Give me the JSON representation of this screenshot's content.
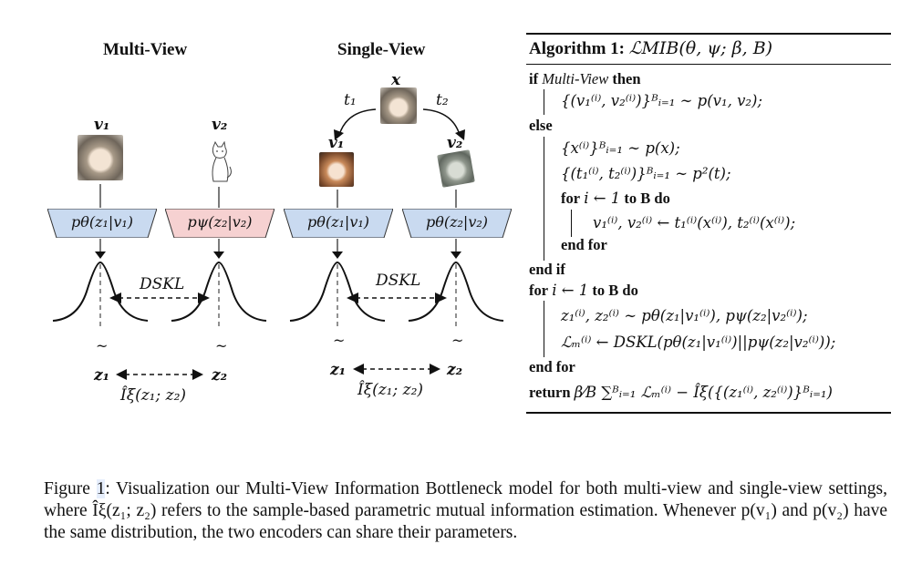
{
  "figure": {
    "left": {
      "heading": "Multi-View",
      "view1_label": "v₁",
      "view2_label": "v₂",
      "encoder1": "pθ(z₁|v₁)",
      "encoder2": "pψ(z₂|v₂)",
      "divergence": "DSKL",
      "z1": "z₁",
      "z2": "z₂",
      "tilde": "~",
      "mi": "Îξ(z₁; z₂)"
    },
    "right": {
      "heading": "Single-View",
      "x_label": "x",
      "t1": "t₁",
      "t2": "t₂",
      "view1_label": "v₁",
      "view2_label": "v₂",
      "encoder1": "pθ(z₁|v₁)",
      "encoder2": "pθ(z₂|v₂)",
      "divergence": "DSKL",
      "z1": "z₁",
      "z2": "z₂",
      "tilde": "~",
      "mi": "Îξ(z₁; z₂)"
    },
    "colors": {
      "blue_encoder": "#c9daf0",
      "pink_encoder": "#f6d1d1"
    }
  },
  "algorithm": {
    "title_prefix": "Algorithm 1:",
    "title_math": "ℒMIB(θ, ψ; β, B)",
    "lines": [
      {
        "kw": "if",
        "text": "Multi-View",
        "kw2": "then"
      },
      {
        "kw": "",
        "text": "{(v₁⁽ⁱ⁾, v₂⁽ⁱ⁾)}ᴮᵢ₌₁ ∼ p(v₁, v₂);",
        "kw2": ""
      },
      {
        "kw": "else",
        "text": "",
        "kw2": ""
      },
      {
        "kw": "",
        "text": "{x⁽ⁱ⁾}ᴮᵢ₌₁ ∼ p(x);",
        "kw2": ""
      },
      {
        "kw": "",
        "text": "{(t₁⁽ⁱ⁾, t₂⁽ⁱ⁾)}ᴮᵢ₌₁ ∼ p²(t);",
        "kw2": ""
      },
      {
        "kw": "for",
        "text": "i ← 1",
        "kw2": "to B do"
      },
      {
        "kw": "",
        "text": "v₁⁽ⁱ⁾, v₂⁽ⁱ⁾ ← t₁⁽ⁱ⁾(x⁽ⁱ⁾), t₂⁽ⁱ⁾(x⁽ⁱ⁾);",
        "kw2": ""
      },
      {
        "kw": "end for",
        "text": "",
        "kw2": ""
      },
      {
        "kw": "end if",
        "text": "",
        "kw2": ""
      },
      {
        "kw": "for",
        "text": "i ← 1",
        "kw2": "to B do"
      },
      {
        "kw": "",
        "text": "z₁⁽ⁱ⁾, z₂⁽ⁱ⁾ ∼ pθ(z₁|v₁⁽ⁱ⁾), pψ(z₂|v₂⁽ⁱ⁾);",
        "kw2": ""
      },
      {
        "kw": "",
        "text": "ℒₘ⁽ⁱ⁾ ← DSKL(pθ(z₁|v₁⁽ⁱ⁾)||pψ(z₂|v₂⁽ⁱ⁾));",
        "kw2": ""
      },
      {
        "kw": "end for",
        "text": "",
        "kw2": ""
      },
      {
        "kw": "return",
        "text": "β⁄B ∑ᴮᵢ₌₁ ℒₘ⁽ⁱ⁾ − Îξ({(z₁⁽ⁱ⁾, z₂⁽ⁱ⁾)}ᴮᵢ₌₁)",
        "kw2": ""
      }
    ]
  },
  "caption": {
    "prefix": "Figure ",
    "number": "1",
    "text": ": Visualization our Multi-View Information Bottleneck model for both multi-view and single-view settings, where Îξ(z₁; z₂) refers to the sample-based parametric mutual information estimation. Whenever p(v₁) and p(v₂) have the same distribution, the two encoders can share their parameters."
  }
}
